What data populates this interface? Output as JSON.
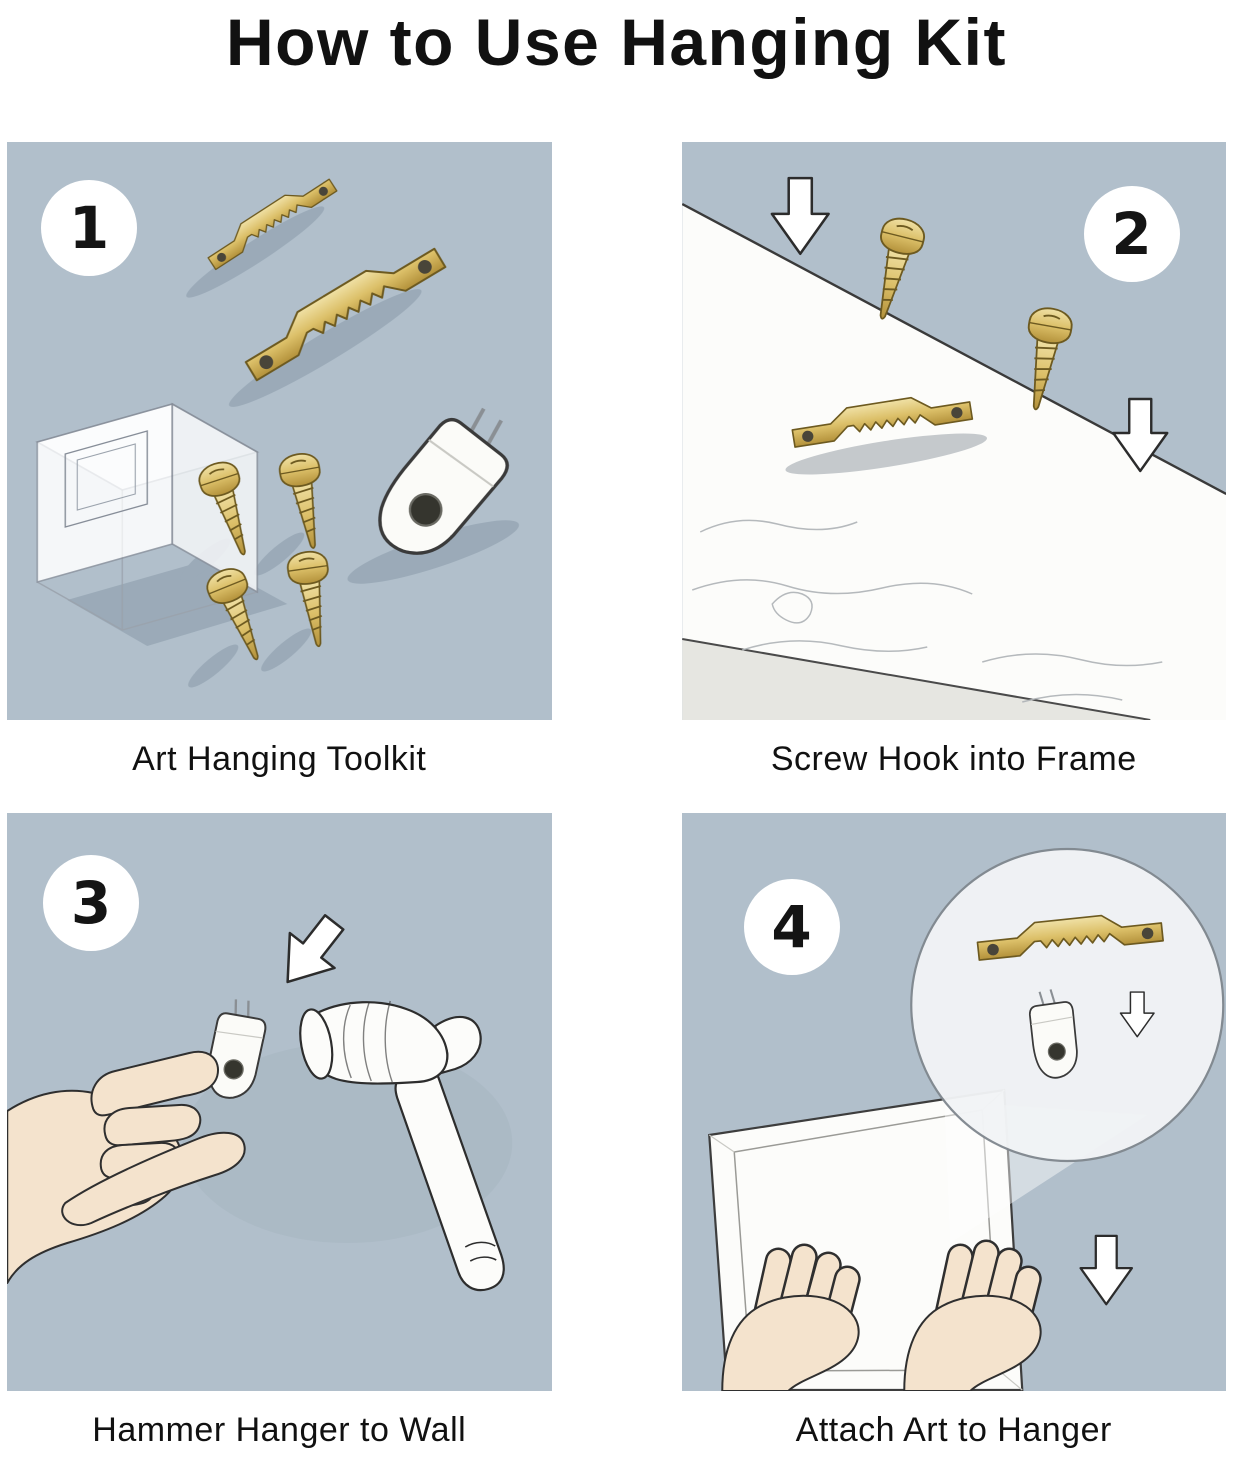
{
  "title": "How to Use Hanging Kit",
  "steps": [
    {
      "number": "1",
      "caption": "Art Hanging Toolkit"
    },
    {
      "number": "2",
      "caption": "Screw Hook into Frame"
    },
    {
      "number": "3",
      "caption": "Hammer Hanger to Wall"
    },
    {
      "number": "4",
      "caption": "Attach Art to Hanger"
    }
  ],
  "icons": {
    "sawtooth-hanger-icon": "gold sawtooth picture hanger bar",
    "screw-icon": "brass mounting screw",
    "wall-hook-icon": "white hardwall hanger with steel pins",
    "down-arrow-icon": "⇩",
    "down-left-arrow-icon": "⇙",
    "hammer-icon": "claw hammer",
    "hand-icon": "hand",
    "clear-case-icon": "transparent storage case",
    "magnifier-circle": "zoom detail circle",
    "wood-frame": "wooden picture frame bar",
    "canvas-frame": "art canvas back"
  },
  "colors": {
    "page-bg": "#ffffff",
    "panel-bg": "#b1bfcb",
    "text": "#111111",
    "gold": "#d9bc69",
    "gold-dark": "#b3913a",
    "outline": "#2f2f2f",
    "skin": "#f4e3cd",
    "white-object": "#fcfcfa",
    "shadow": "#7f91a1"
  }
}
